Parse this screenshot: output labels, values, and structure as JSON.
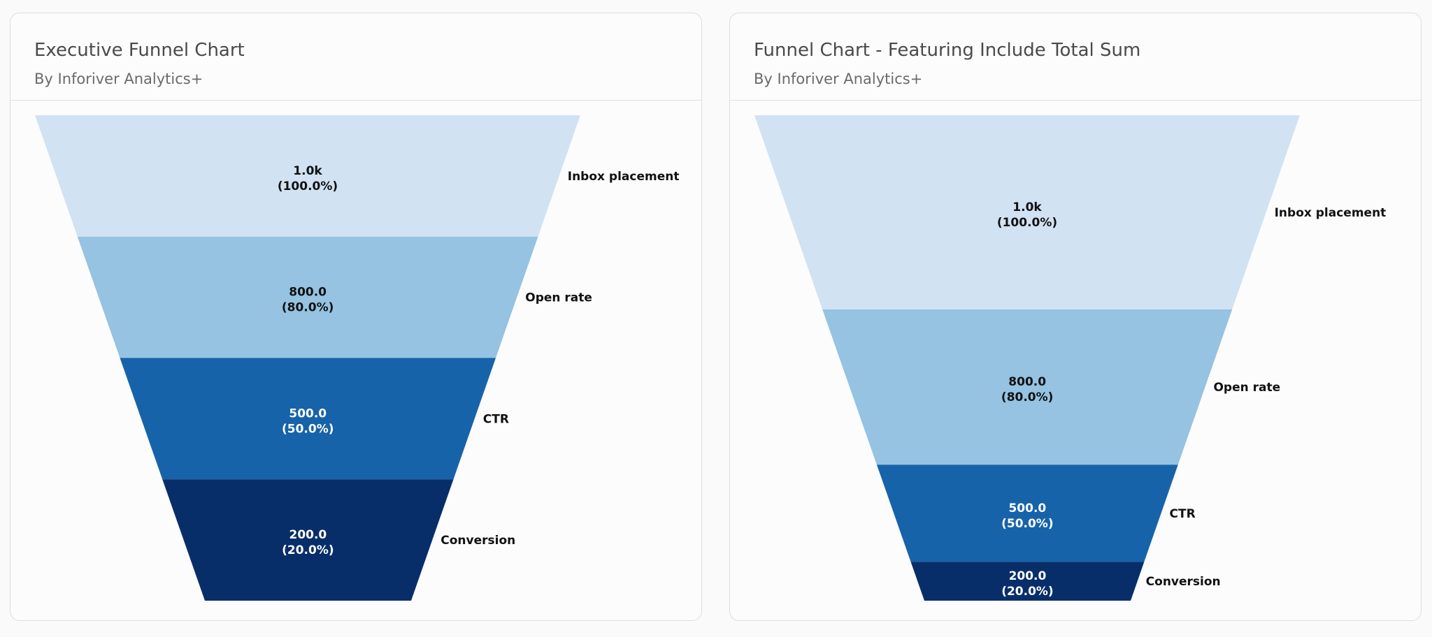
{
  "cards": [
    {
      "title": "Executive Funnel Chart",
      "subtitle": "By Inforiver Analytics+"
    },
    {
      "title": "Funnel Chart - Featuring Include Total Sum",
      "subtitle": "By Inforiver Analytics+"
    }
  ],
  "chart_data": [
    {
      "type": "funnel",
      "title": "Executive Funnel Chart",
      "variant": "equal-height stages",
      "stages": [
        {
          "name": "Inbox placement",
          "value": 1000,
          "value_label": "1.0k",
          "percent_label": "(100.0%)",
          "color": "#d1e2f2",
          "text_color": "#111111"
        },
        {
          "name": "Open rate",
          "value": 800,
          "value_label": "800.0",
          "percent_label": "(80.0%)",
          "color": "#95c3e1",
          "text_color": "#111111"
        },
        {
          "name": "CTR",
          "value": 500,
          "value_label": "500.0",
          "percent_label": "(50.0%)",
          "color": "#1763a9",
          "text_color": "#ffffff"
        },
        {
          "name": "Conversion",
          "value": 200,
          "value_label": "200.0",
          "percent_label": "(20.0%)",
          "color": "#082e6a",
          "text_color": "#ffffff"
        }
      ]
    },
    {
      "type": "funnel",
      "title": "Funnel Chart - Featuring Include Total Sum",
      "variant": "stage height proportional to value",
      "stages": [
        {
          "name": "Inbox placement",
          "value": 1000,
          "value_label": "1.0k",
          "percent_label": "(100.0%)",
          "color": "#d1e2f2",
          "text_color": "#111111"
        },
        {
          "name": "Open rate",
          "value": 800,
          "value_label": "800.0",
          "percent_label": "(80.0%)",
          "color": "#95c3e1",
          "text_color": "#111111"
        },
        {
          "name": "CTR",
          "value": 500,
          "value_label": "500.0",
          "percent_label": "(50.0%)",
          "color": "#1763a9",
          "text_color": "#ffffff"
        },
        {
          "name": "Conversion",
          "value": 200,
          "value_label": "200.0",
          "percent_label": "(20.0%)",
          "color": "#082e6a",
          "text_color": "#ffffff"
        }
      ]
    }
  ]
}
